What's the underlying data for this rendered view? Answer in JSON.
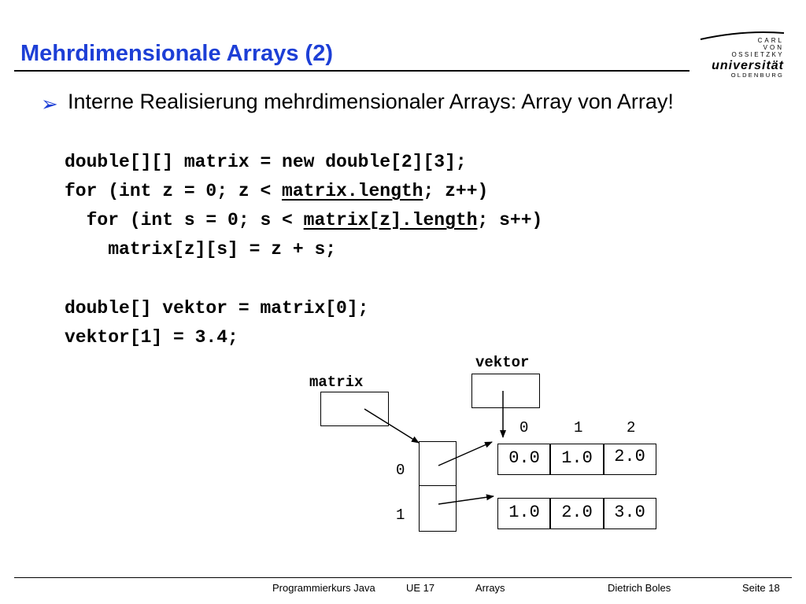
{
  "header": {
    "title": "Mehrdimensionale Arrays (2)",
    "logo": {
      "line1": "CARL",
      "line2": "VON",
      "line3": "OSSIETZKY",
      "line4": "universität",
      "line5": "OLDENBURG"
    }
  },
  "bullet": {
    "marker": "➢",
    "text": "Interne Realisierung mehrdimensionaler Arrays: Array von Array!"
  },
  "code": {
    "line1": "double[][] matrix = new double[2][3];",
    "line2_a": "for (int z = 0; z < ",
    "line2_u": "matrix.length",
    "line2_b": "; z++)",
    "line3_a": "  for (int s = 0; s < ",
    "line3_u": "matrix[z].length",
    "line3_b": "; s++)",
    "line4": "    matrix[z][s] = z + s;",
    "line5": "double[] vektor = matrix[0];",
    "line6": "vektor[1] = 3.4;"
  },
  "diagram": {
    "matrix_label": "matrix",
    "vektor_label": "vektor",
    "row_indices": [
      "0",
      "1"
    ],
    "col_indices": [
      "0",
      "1",
      "2"
    ],
    "row0": [
      "0.0",
      "1.0",
      "2.0"
    ],
    "row1": [
      "1.0",
      "2.0",
      "3.0"
    ]
  },
  "footer": {
    "course": "Programmierkurs Java",
    "unit": "UE 17",
    "topic": "Arrays",
    "author": "Dietrich Boles",
    "page": "Seite 18"
  }
}
